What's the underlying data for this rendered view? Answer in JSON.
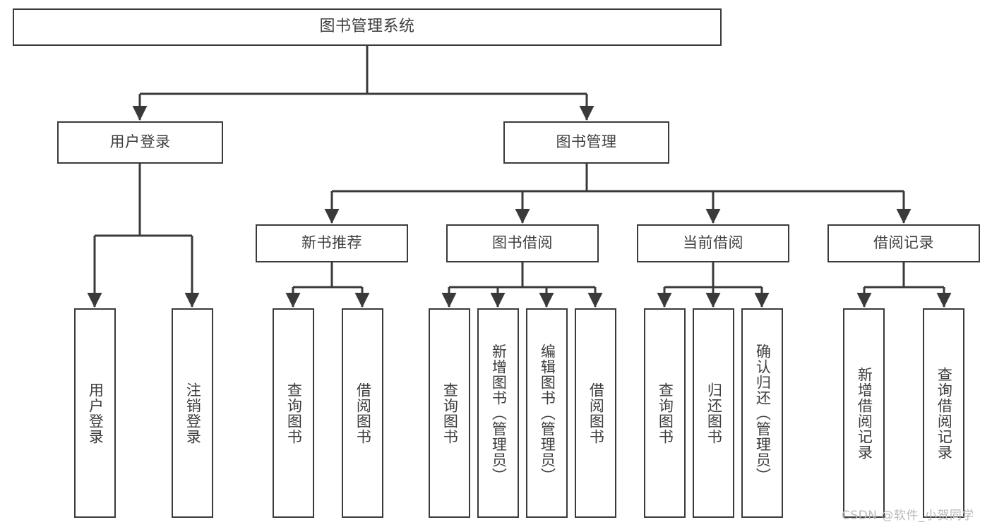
{
  "diagram": {
    "title": "图书管理系统",
    "type": "tree-hierarchy-chart",
    "colors": {
      "box_border": "#3a3a3a",
      "box_fill": "#ffffff",
      "edge": "#3a3a3a",
      "text": "#3d3d3d",
      "background": "#ffffff",
      "watermark": "#b9b9b9"
    }
  },
  "nodes": {
    "root": {
      "label": "图书管理系统"
    },
    "level2": [
      {
        "id": "user-login",
        "label": "用户登录"
      },
      {
        "id": "book-manage",
        "label": "图书管理"
      }
    ],
    "level3": [
      {
        "id": "new-book-recommend",
        "label": "新书推荐"
      },
      {
        "id": "book-borrow",
        "label": "图书借阅"
      },
      {
        "id": "current-borrow",
        "label": "当前借阅"
      },
      {
        "id": "borrow-record",
        "label": "借阅记录"
      }
    ],
    "leaves": {
      "user_login": [
        {
          "id": "leaf-user-login",
          "label": "用户登录"
        },
        {
          "id": "leaf-logout-login",
          "label": "注销登录"
        }
      ],
      "new_book_recommend": [
        {
          "id": "leaf-query-book-1",
          "label": "查询图书"
        },
        {
          "id": "leaf-borrow-book-1",
          "label": "借阅图书"
        }
      ],
      "book_borrow": [
        {
          "id": "leaf-query-book-2",
          "label": "查询图书"
        },
        {
          "id": "leaf-add-book",
          "label": "新增图书（管理员）"
        },
        {
          "id": "leaf-edit-book",
          "label": "编辑图书（管理员）"
        },
        {
          "id": "leaf-borrow-book-2",
          "label": "借阅图书"
        }
      ],
      "current_borrow": [
        {
          "id": "leaf-query-book-3",
          "label": "查询图书"
        },
        {
          "id": "leaf-return-book",
          "label": "归还图书"
        },
        {
          "id": "leaf-confirm-return",
          "label": "确认归还（管理员）"
        }
      ],
      "borrow_record": [
        {
          "id": "leaf-add-record",
          "label": "新增借阅记录"
        },
        {
          "id": "leaf-query-record",
          "label": "查询借阅记录"
        }
      ]
    }
  },
  "watermark": {
    "text": "CSDN @软件_小贺同学"
  }
}
